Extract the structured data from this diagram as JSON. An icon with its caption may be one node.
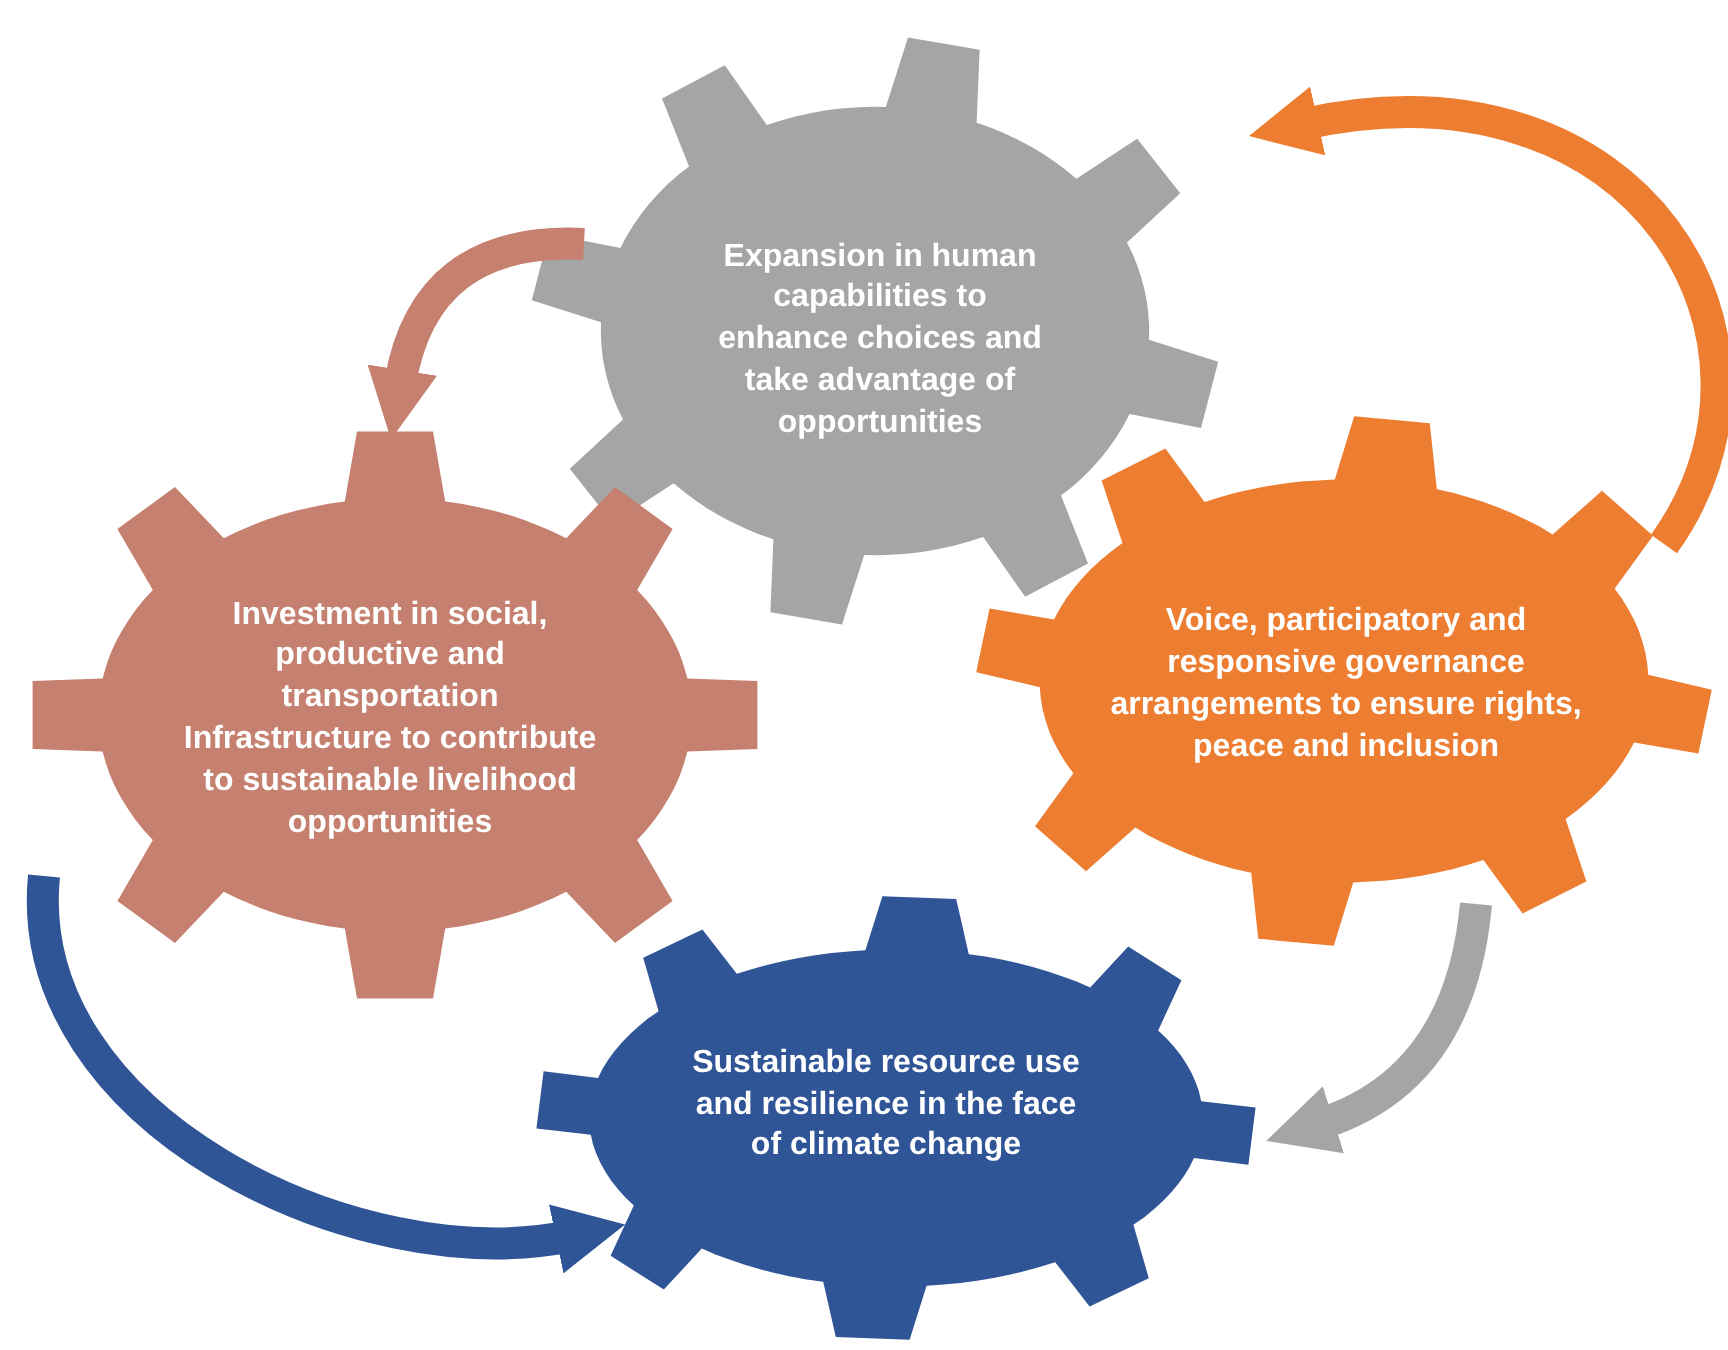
{
  "diagram": {
    "nodes": [
      {
        "text": [
          "Expansion in human capabilities to enhance choices and take advantage of opportunities"
        ]
      },
      {
        "text": [
          "Investment in social, productive and transportation Infrastructure to contribute to sustainable livelihood opportunities"
        ]
      },
      {
        "text": [
          "Voice, participatory and responsive  governance arrangements to ensure rights, peace and inclusion"
        ]
      },
      {
        "text": [
          "Sustainable resource use and resilience in the face of climate change"
        ]
      }
    ],
    "edges": [
      {
        "from": 0,
        "to": 1,
        "arrow": "to",
        "color": "#c5806f"
      },
      {
        "from": 2,
        "to": 0,
        "arrow": "to",
        "color": "#ed7d31"
      },
      {
        "from": 2,
        "to": 3,
        "arrow": "to",
        "color": "#a5a5a5"
      },
      {
        "from": 1,
        "to": 3,
        "arrow": "to",
        "color": "#2f5597"
      }
    ]
  }
}
